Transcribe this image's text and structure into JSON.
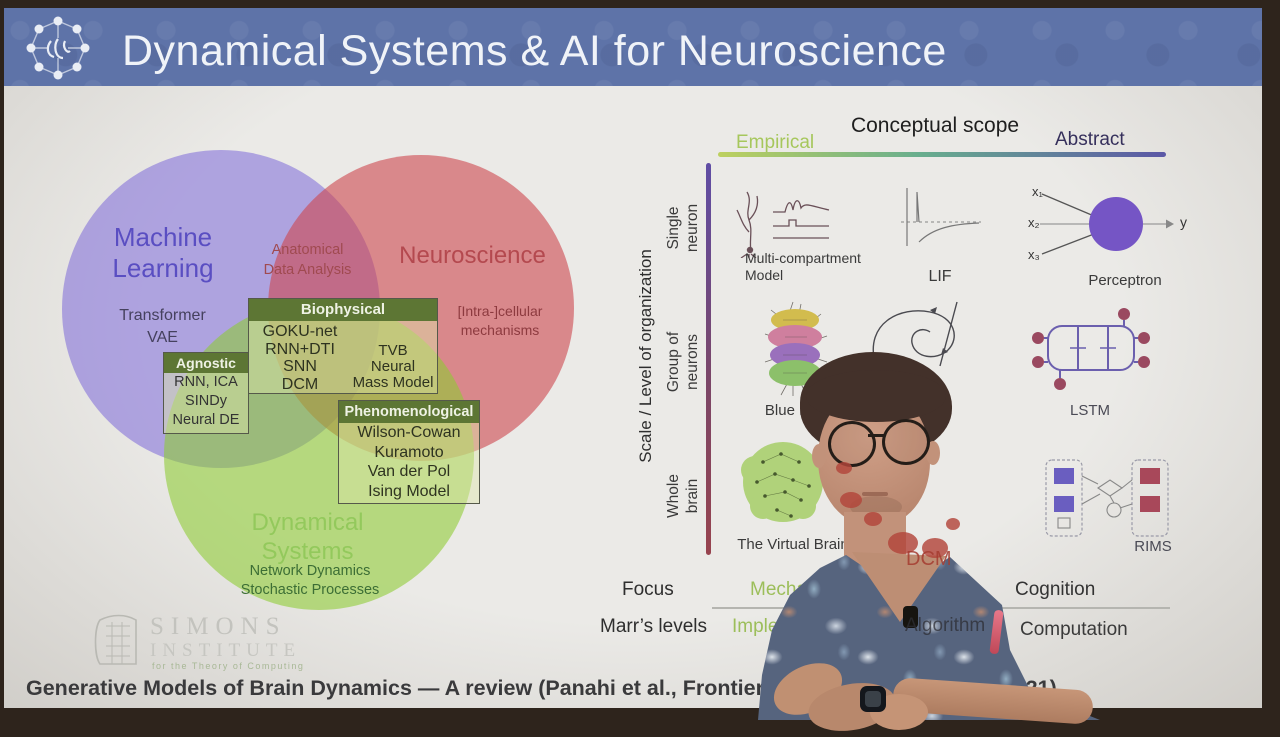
{
  "title": "Dynamical Systems & AI for Neuroscience",
  "venn": {
    "machine_learning": {
      "label_line1": "Machine",
      "label_line2": "Learning",
      "item1": "Transformer",
      "item2": "VAE"
    },
    "neuroscience": {
      "label": "Neuroscience",
      "item1": "[Intra-]cellular",
      "item2": "mechanisms"
    },
    "ml_neuro_overlap": {
      "line1": "Anatomical",
      "line2": "Data Analysis"
    },
    "dynamical_systems": {
      "label_line1": "Dynamical",
      "label_line2": "Systems",
      "item1": "Network Dynamics",
      "item2": "Stochastic Processes"
    },
    "agnostic_box": {
      "header": "Agnostic",
      "items": [
        "RNN, ICA",
        "SINDy",
        "Neural DE"
      ]
    },
    "biophysical_box": {
      "header": "Biophysical",
      "left_items": [
        "GOKU-net",
        "RNN+DTI",
        "SNN",
        "DCM"
      ],
      "right_items": [
        "TVB",
        "Neural Mass Model"
      ]
    },
    "phenomenological_box": {
      "header": "Phenomenological",
      "items": [
        "Wilson-Cowan",
        "Kuramoto",
        "Van der Pol",
        "Ising Model"
      ]
    }
  },
  "grid": {
    "x_axis": {
      "title": "Conceptual scope",
      "left_label": "Empirical",
      "right_label": "Abstract"
    },
    "y_axis": {
      "title": "Scale / Level of organization",
      "rows": [
        [
          "Single",
          "neuron"
        ],
        [
          "Group of",
          "neurons"
        ],
        [
          "Whole",
          "brain"
        ]
      ]
    },
    "cells": {
      "single_neuron": [
        "Multi-compartment Model",
        "LIF",
        "Perceptron"
      ],
      "group_of_neurons": [
        "Blue Brain",
        "",
        "LSTM"
      ],
      "whole_brain": [
        "The Virtual Brain",
        "DCM",
        "RIMS"
      ]
    },
    "perceptron_io": {
      "in1": "x₁",
      "in2": "x₂",
      "in3": "x₃",
      "out": "y"
    },
    "focus_row": {
      "label": "Focus",
      "left": "Mechanism",
      "right": "Cognition"
    },
    "marr_row": {
      "label": "Marr’s levels",
      "left": "Implementation",
      "mid": "Algorithm",
      "right": "Computation"
    }
  },
  "footer": {
    "citation": "Generative Models of Brain Dynamics — A review (Panahi et al., Frontiers in Computer Science 2021)",
    "logo": {
      "line1": "SIMONS",
      "line2": "INSTITUTE",
      "line3": "for the Theory of Computing"
    }
  },
  "colors": {
    "title_bar_blue": "#5e73a8",
    "ml_circle_purple": "#7c68d8",
    "neuroscience_red": "#cd464e",
    "dynamical_green": "#8ecc32",
    "empirical_green": "#a6c75c",
    "abstract_indigo": "#36305c",
    "perceptron_purple": "#7555c5",
    "box_header_olive": "#5d7634",
    "projection_red": "#b2453a"
  }
}
